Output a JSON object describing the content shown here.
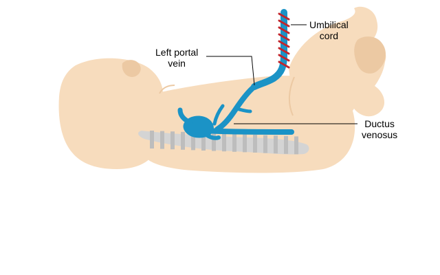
{
  "diagram": {
    "labels": {
      "umbilical_cord": {
        "line1": "Umbilical",
        "line2": "cord"
      },
      "left_portal_vein": {
        "line1": "Left portal",
        "line2": "vein"
      },
      "ductus_venosus": {
        "line1": "Ductus",
        "line2": "venosus"
      }
    },
    "colors": {
      "skin": "#f7dcbd",
      "skin_shadow": "#ecc9a3",
      "vessel": "#1b93c6",
      "cord_artery": "#c0262d",
      "spine": "#d4d4d4",
      "spine_stripe": "#bdbdbd",
      "leader_line": "#000000"
    }
  }
}
